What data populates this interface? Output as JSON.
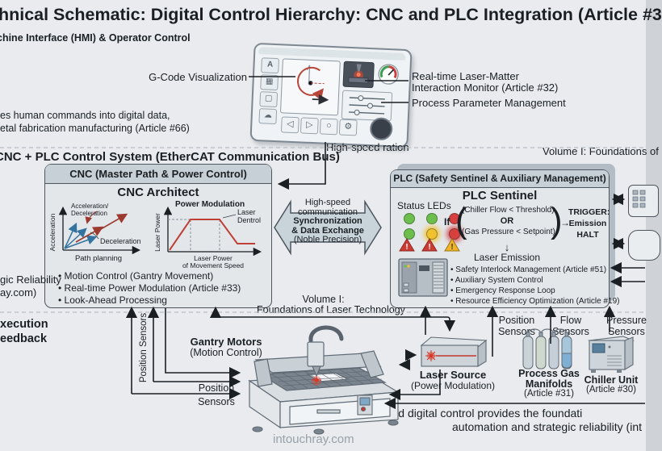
{
  "title": "chnical Schematic: Digital Control Hierarchy: CNC and PLC Integration (Article #3",
  "hmi": {
    "section_label": "chine Interface (HMI) & Operator Control",
    "note_line1": "es human commands into digital data,",
    "note_line2": "etal fabrication manufacturing (Article #66)",
    "gcode_label": "G-Code Visualization",
    "laser_monitor_line1": "Real-time Laser-Matter",
    "laser_monitor_line2": "Interaction Monitor (Article #32)",
    "process_param_label": "Process Parameter Management"
  },
  "control": {
    "section_label": "CNC + PLC Control System (EtherCAT Communication Bus)",
    "highspeed_note": "High-speed ration",
    "volume_right": "Volume I: Foundations of"
  },
  "sync": {
    "line1": "High-speed",
    "line2": "communication",
    "line3": "Synchronization",
    "line4": "& Data Exchange",
    "line5": "(Noble Precision)"
  },
  "cnc": {
    "header": "CNC (Master Path & Power Control)",
    "title": "CNC Architect",
    "chartA": {
      "ylabel": "Acceleration",
      "accel_label1": "Acceleration/",
      "accel_label2": "Deceleration",
      "decel_label": "Deceleration",
      "xlabel": "Path planning"
    },
    "chartB": {
      "title": "Power Modulation",
      "ylabel": "Laser Power",
      "right_label1": "Laser",
      "right_label2": "Dentrol",
      "xlabel1": "Laser Power",
      "xlabel2": "of Movement Speed"
    },
    "bullets": [
      "• Motion Control (Gantry Movement)",
      "• Real-time Power Modulation (Article #33)",
      "• Look-Ahead Processing"
    ]
  },
  "plc": {
    "header": "PLC (Safety Sentinel & Auxiliary Management)",
    "title": "PLC Sentinel",
    "status_leds_label": "Status LEDs",
    "logic": {
      "if_word": "If",
      "paren_l": "(",
      "paren_r": ")",
      "cond1": "(Chiller Flow < Threshold)",
      "or_word": "OR",
      "cond2": "(Gas Pressure < Setpoint)",
      "to_trigger": "→",
      "trigger1": "TRIGGER:",
      "trigger2": "Emission",
      "trigger3": "HALT",
      "down_arrow": "↓",
      "laser_emission": "Laser Emission"
    },
    "bullets": [
      "• Safety Interlock Management (Article #51)",
      "• Auxiliary System Control",
      "• Emergency Response Loop",
      "• Resource Efficiency Optimization (Article #19)"
    ]
  },
  "volume_mid": {
    "line1": "Volume I:",
    "line2": "Foundations of Laser Technology"
  },
  "left_edge": {
    "reliability1": "gic Reliability",
    "reliability2": "ay.com)",
    "execution": "xecution",
    "feedback": "eedback"
  },
  "bottom": {
    "position_sensors_vertical": "Position Sensors",
    "gantry1": "Gantry Motors",
    "gantry2": "(Motion Control)",
    "pos_left1": "Position",
    "pos_left2": "Sensors",
    "laser1": "Laser Source",
    "laser2": "(Power Modulation)",
    "pos_mid1": "Position",
    "pos_mid2": "Sensors",
    "flow1": "Flow",
    "flow2": "Sensors",
    "press1": "Pressure",
    "press2": "Sensors",
    "gas1": "Process Gas",
    "gas2": "Manifolds",
    "gas3": "(Article #31)",
    "chiller1": "Chiller Unit",
    "chiller2": "(Article #30)",
    "caption1": "Integrated digital control provides the foundati",
    "caption2": "automation and strategic reliability (int",
    "watermark": "intouchray.com"
  },
  "icons": {
    "hmi_btn_a": "A",
    "hmi_btn_image": "▦",
    "hmi_btn_window": "▢",
    "hmi_btn_cloud": "☁",
    "hmi_nav_left": "◁",
    "hmi_nav_right": "▷",
    "hmi_nav_circle": "○",
    "hmi_nav_gear": "⚙",
    "warn_mark": "!"
  },
  "colors": {
    "background": "#e9ebee",
    "box_fill": "#e3e7ea",
    "box_header": "#c7d0d7",
    "box_border": "#4d565e",
    "dashed_line": "#b7bdc5",
    "accent_red": "#c0392b",
    "accent_blue": "#33739f",
    "led_green": "#6cbf4d",
    "led_yellow": "#f2c12e",
    "led_red": "#d84040",
    "warn_red": "#cc3b33",
    "warn_yellow": "#f0b429",
    "sync_fill": "#c9d3da",
    "watermark_gray": "#99a1aa"
  }
}
